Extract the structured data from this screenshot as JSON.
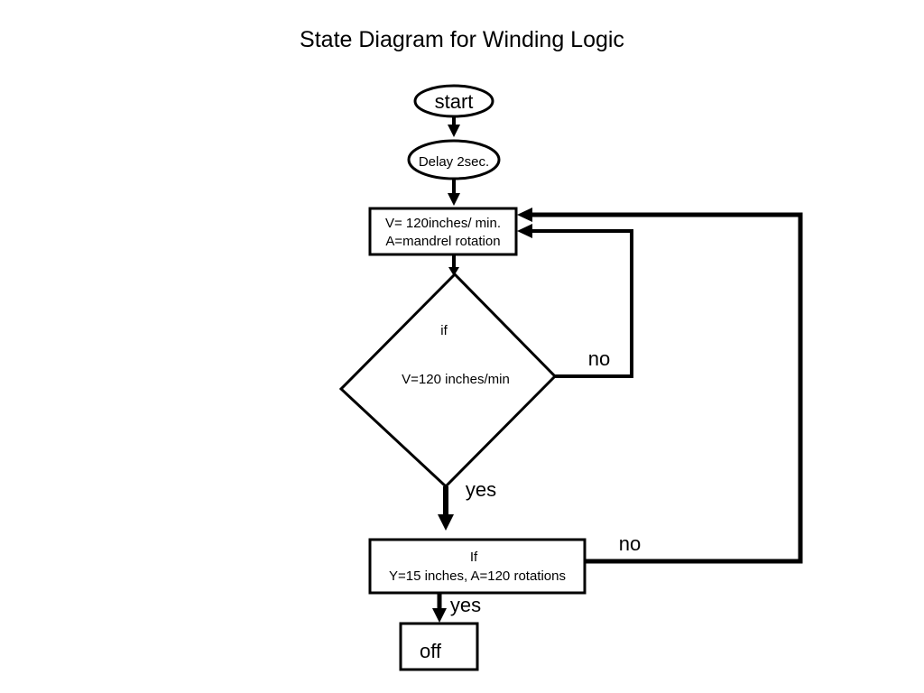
{
  "title": "State Diagram for Winding Logic",
  "nodes": {
    "start": "start",
    "delay": "Delay 2sec.",
    "set_speed": {
      "line1": "V= 120inches/ min.",
      "line2": "A=mandrel rotation"
    },
    "check_speed": {
      "line1": "if",
      "line2": "V=120 inches/min"
    },
    "check_position": {
      "line1": "If",
      "line2": "Y=15 inches, A=120 rotations"
    },
    "off": "off"
  },
  "edges": {
    "speed_no": "no",
    "speed_yes": "yes",
    "position_no": "no",
    "position_yes": "yes"
  }
}
